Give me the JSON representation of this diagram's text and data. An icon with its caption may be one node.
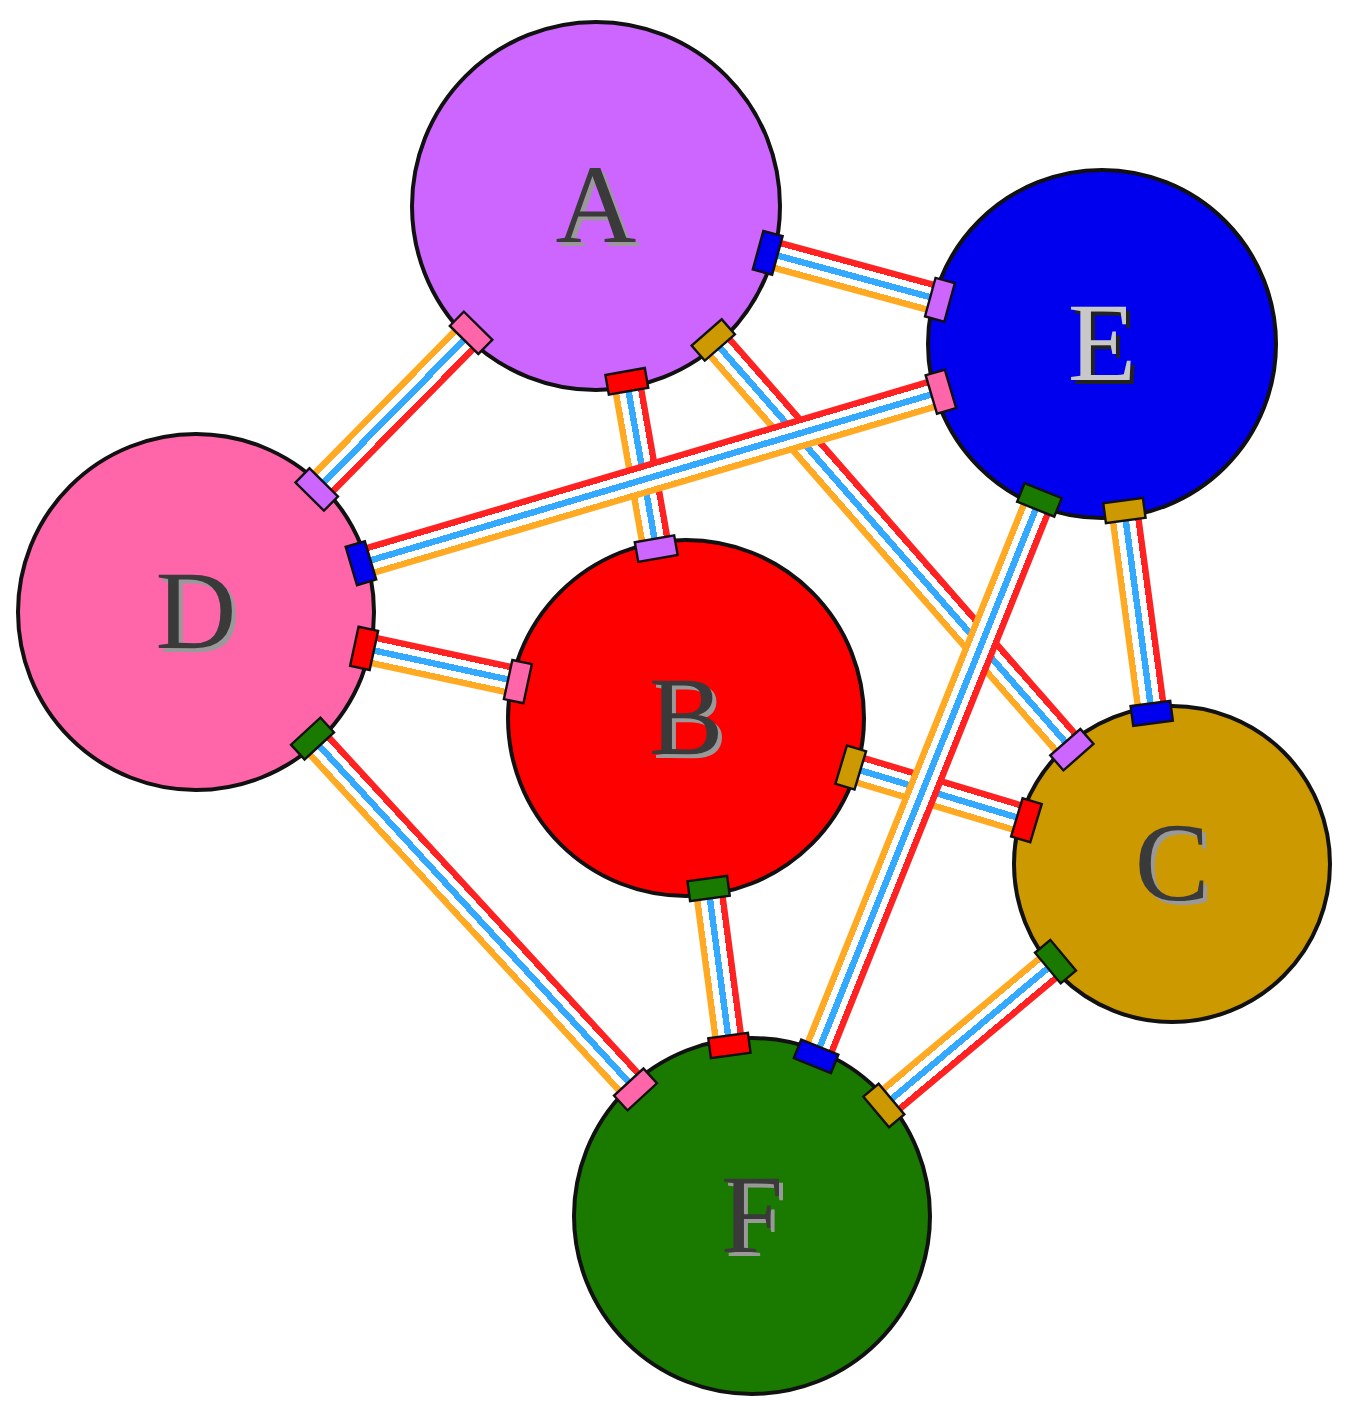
{
  "diagram": {
    "nodes": [
      {
        "text": [
          "A"
        ]
      },
      {
        "text": [
          "E"
        ]
      },
      {
        "text": [
          "D"
        ]
      },
      {
        "text": [
          "B"
        ]
      },
      {
        "text": [
          "C"
        ]
      },
      {
        "text": [
          "F"
        ]
      }
    ],
    "edges": [
      {
        "from": 0,
        "to": 2,
        "arrow": "none"
      },
      {
        "from": 0,
        "to": 1,
        "arrow": "none"
      },
      {
        "from": 0,
        "to": 3,
        "arrow": "none"
      },
      {
        "from": 0,
        "to": 4,
        "arrow": "none"
      },
      {
        "from": 2,
        "to": 1,
        "arrow": "none"
      },
      {
        "from": 2,
        "to": 3,
        "arrow": "none"
      },
      {
        "from": 2,
        "to": 5,
        "arrow": "none"
      },
      {
        "from": 3,
        "to": 4,
        "arrow": "none"
      },
      {
        "from": 3,
        "to": 5,
        "arrow": "none"
      },
      {
        "from": 1,
        "to": 4,
        "arrow": "none"
      },
      {
        "from": 1,
        "to": 5,
        "arrow": "none"
      },
      {
        "from": 4,
        "to": 5,
        "arrow": "none"
      }
    ]
  }
}
